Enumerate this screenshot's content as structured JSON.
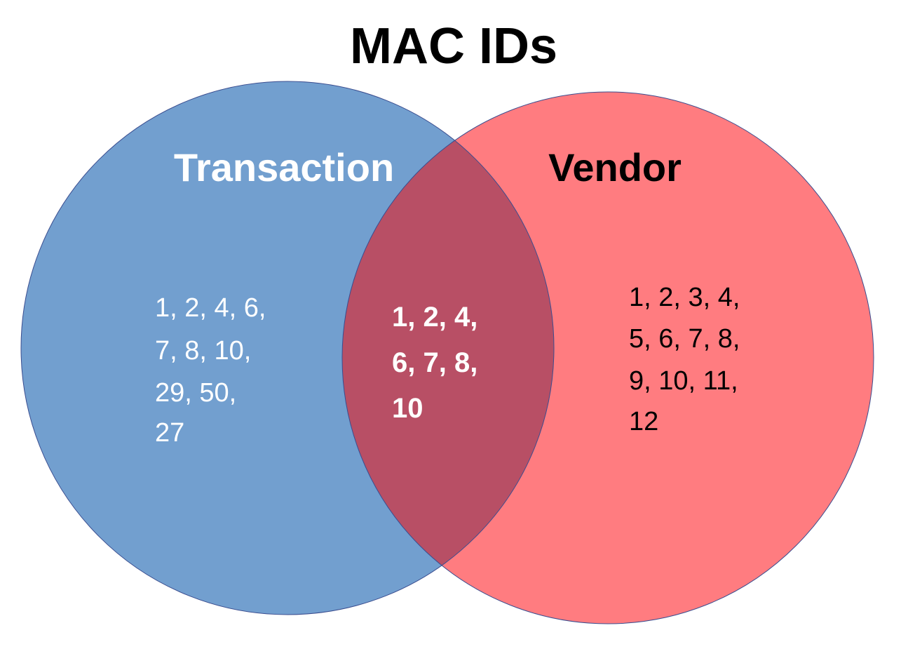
{
  "title": "MAC IDs",
  "colors": {
    "left_fill": "#729fcf",
    "right_fill": "#ff7c80",
    "overlap_fill": "#b84f65",
    "outline": "#3a4d8f",
    "left_text": "#ffffff",
    "right_text": "#000000",
    "overlap_text": "#ffffff"
  },
  "sets": {
    "left": {
      "label": "Transaction",
      "lines": [
        "1, 2, 4, 6,",
        "7, 8, 10,",
        "29, 50,",
        "27"
      ]
    },
    "right": {
      "label": "Vendor",
      "lines": [
        "1, 2, 3, 4,",
        "5, 6, 7, 8,",
        "9, 10, 11,",
        "12"
      ]
    },
    "overlap": {
      "lines": [
        "1, 2, 4,",
        "6, 7, 8,",
        "10"
      ]
    }
  }
}
